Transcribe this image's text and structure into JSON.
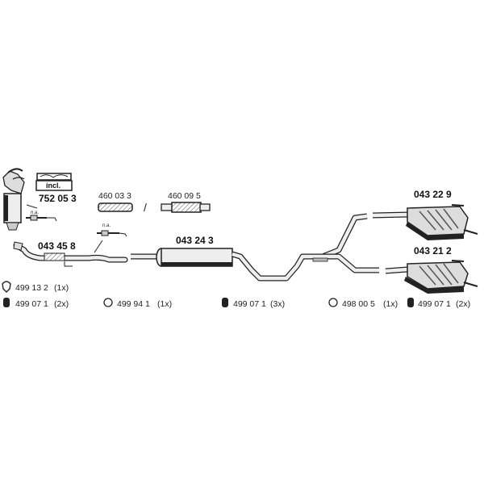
{
  "parts": {
    "manifold_catalyst": {
      "number": "752 05 3",
      "badge": "incl.",
      "sensor_note": "n.a."
    },
    "flex_pipe_a": {
      "number": "460 03 3"
    },
    "separator": "/",
    "flex_pipe_b": {
      "number": "460 09 5"
    },
    "front_pipe": {
      "number": "043 45 8",
      "sensor_note": "n.a."
    },
    "center_muffler": {
      "number": "043 24 3"
    },
    "rear_muffler_upper": {
      "number": "043 22 9"
    },
    "rear_muffler_lower": {
      "number": "043 21 2"
    }
  },
  "accessories": [
    {
      "icon": "gasket-ring-icon",
      "number": "499 13 2",
      "qty": "(1x)"
    },
    {
      "icon": "rubber-hanger-icon",
      "number": "499 07 1",
      "qty": "(2x)"
    },
    {
      "icon": "clamp-ring-icon",
      "number": "499 94 1",
      "qty": "(1x)"
    },
    {
      "icon": "rubber-hanger-icon",
      "number": "499 07 1",
      "qty": "(3x)"
    },
    {
      "icon": "clamp-ring-icon",
      "number": "498 00 5",
      "qty": "(1x)"
    },
    {
      "icon": "rubber-hanger-icon",
      "number": "499 07 1",
      "qty": "(2x)"
    }
  ]
}
